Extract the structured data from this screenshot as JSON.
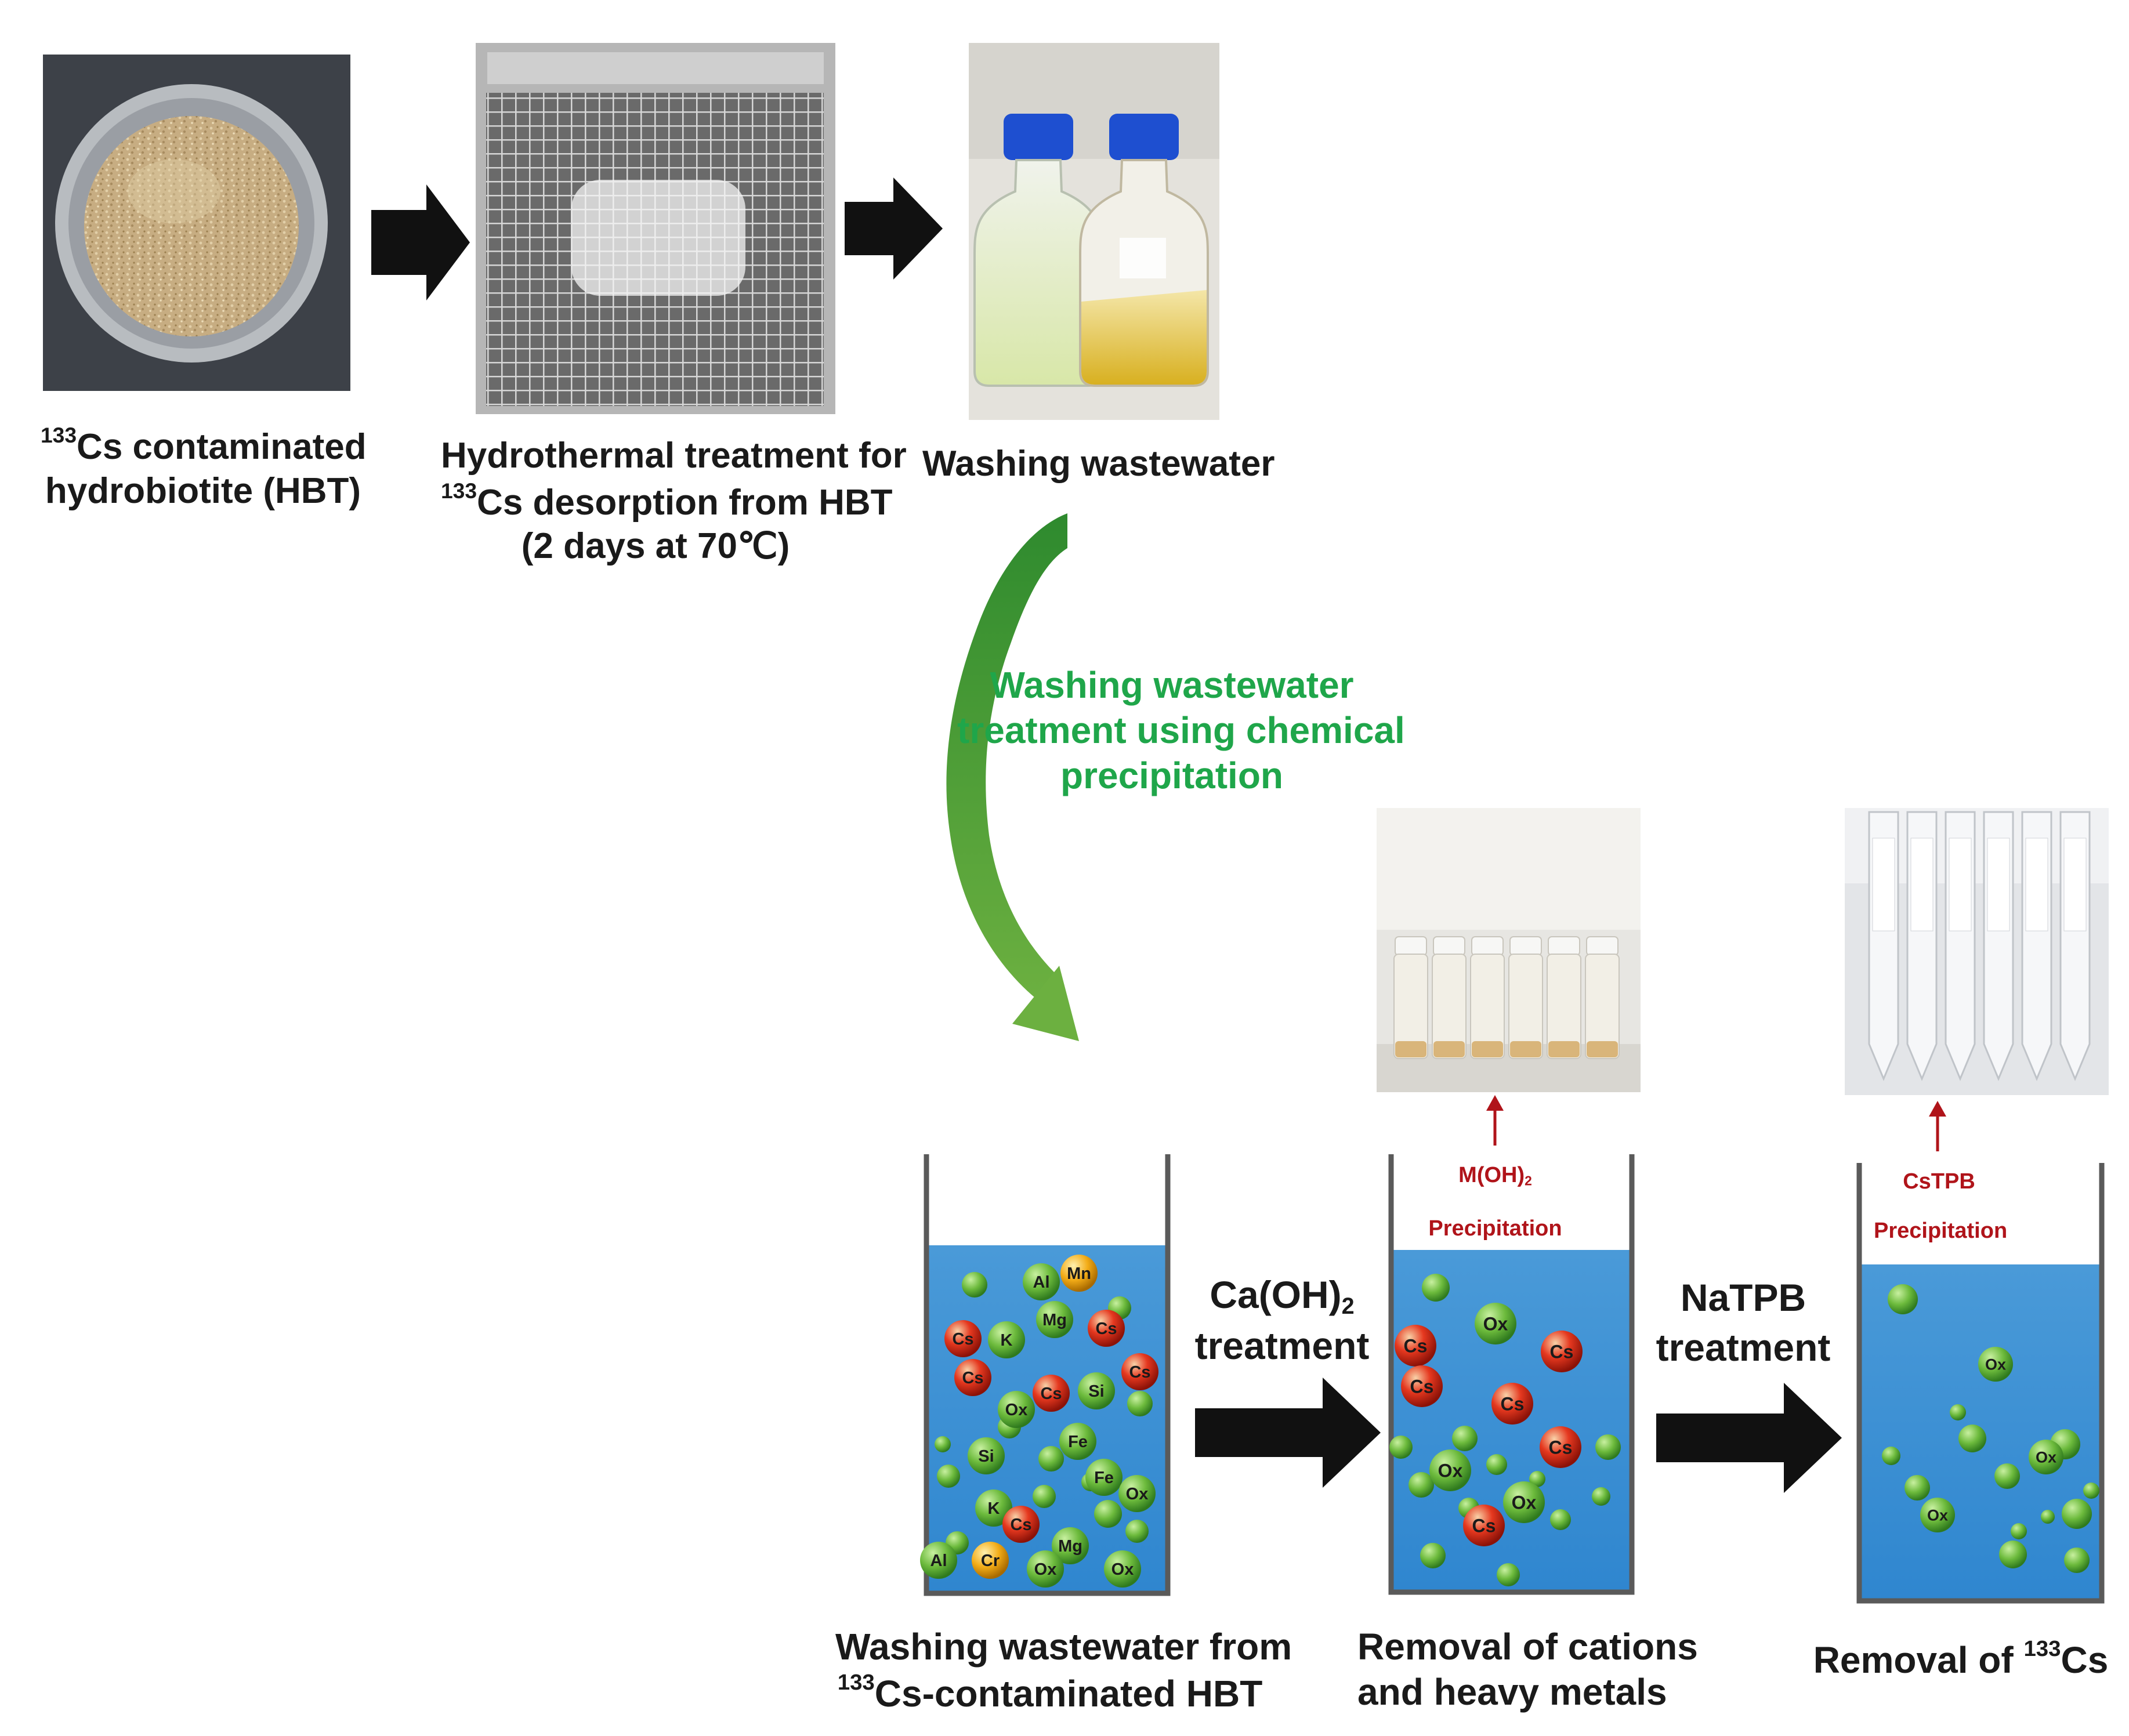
{
  "steps": {
    "hbt": {
      "sup": "133",
      "line1": "Cs contaminated",
      "line2": "hydrobiotite (HBT)"
    },
    "hydrothermal": {
      "line1": "Hydrothermal treatment for",
      "sup": "133",
      "line2": "Cs desorption from HBT",
      "line3": "(2 days at 70℃)"
    },
    "washing": {
      "label": "Washing wastewater"
    }
  },
  "process_label": {
    "line1": "Washing wastewater",
    "line2": "treatment using chemical",
    "line3": "precipitation"
  },
  "treatments": {
    "caoh": {
      "base": "Ca(OH)",
      "sub": "2",
      "line2": "treatment"
    },
    "natpb": {
      "line1": "NaTPB",
      "line2": "treatment"
    }
  },
  "precipitates": {
    "moh": {
      "base": "M(OH)",
      "sub": "2",
      "line2": "Precipitation"
    },
    "cstpb": {
      "line1": "CsTPB",
      "line2": "Precipitation"
    }
  },
  "beakers": {
    "b1": {
      "line1": "Washing wastewater from",
      "sup": "133",
      "line2": "Cs-contaminated HBT",
      "particles": [
        "Al",
        "Mn",
        "Cs",
        "K",
        "Mg",
        "Cs",
        "Cs",
        "Cs",
        "Ox",
        "Cs",
        "Si",
        "Fe",
        "Si",
        "Fe",
        "Ox",
        "K",
        "Cs",
        "Mg",
        "Al",
        "Cr",
        "Ox",
        "Ox"
      ]
    },
    "b2": {
      "line1": "Removal of cations",
      "line2": "and heavy metals",
      "particles": [
        "Cs",
        "Ox",
        "Cs",
        "Cs",
        "Cs",
        "Cs",
        "Ox",
        "Cs",
        "Ox"
      ]
    },
    "b3": {
      "prefix": "Removal of ",
      "sup": "133",
      "suffix": "Cs",
      "particles": [
        "Ox",
        "Ox",
        "Ox"
      ]
    }
  },
  "colors": {
    "water": "#3a8fd0",
    "cs": "#e5381f",
    "other_ion": "#6cba3c",
    "mn_cr": "#f3ac17",
    "green_arrow": "#55a83a",
    "red": "#b0141a"
  }
}
